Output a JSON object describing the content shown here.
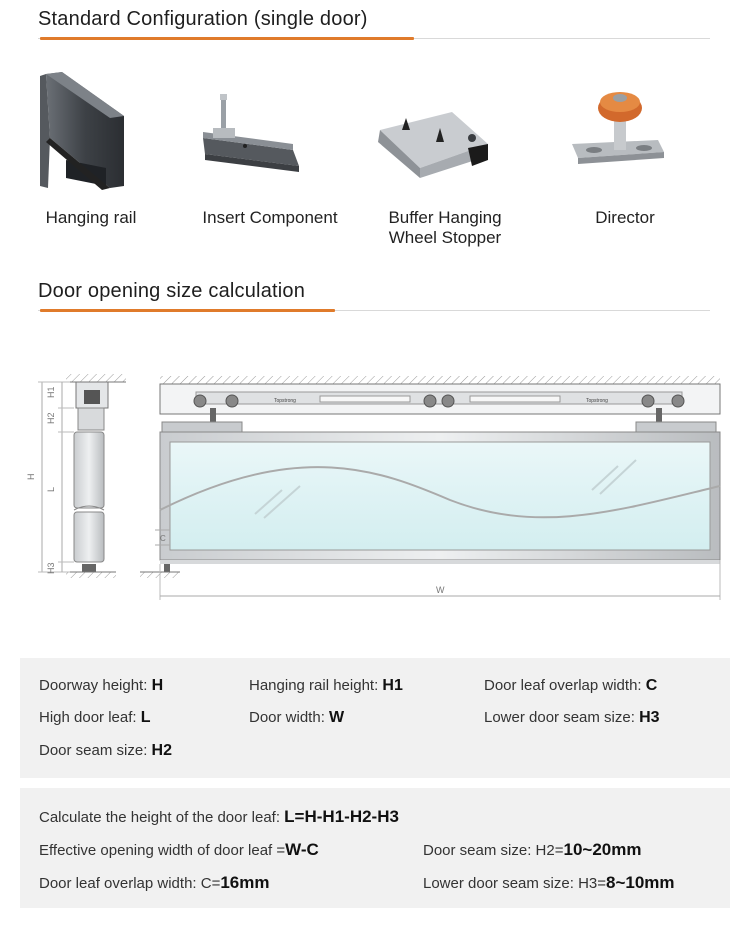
{
  "section1": {
    "title": "Standard Configuration (single door)"
  },
  "products": [
    {
      "label_line1": "Hanging rail",
      "label_line2": ""
    },
    {
      "label_line1": "Insert Component",
      "label_line2": ""
    },
    {
      "label_line1": "Buffer Hanging",
      "label_line2": "Wheel Stopper"
    },
    {
      "label_line1": "Director",
      "label_line2": ""
    }
  ],
  "section2": {
    "title": "Door opening size calculation"
  },
  "diagram": {
    "labels": {
      "h1": "H1",
      "h2": "H2",
      "h": "H",
      "l": "L",
      "h3": "H3",
      "c": "C",
      "w": "W"
    },
    "brand": "Topstrong"
  },
  "definitions": {
    "doorway_height": {
      "label": "Doorway height: ",
      "value": "H"
    },
    "hanging_rail_height": {
      "label": "Hanging rail height: ",
      "value": "H1"
    },
    "overlap_width": {
      "label": "Door leaf overlap width: ",
      "value": "C"
    },
    "high_door_leaf": {
      "label": "High door leaf: ",
      "value": "L"
    },
    "door_width": {
      "label": "Door width: ",
      "value": "W"
    },
    "lower_seam": {
      "label": "Lower door seam size: ",
      "value": "H3"
    },
    "door_seam": {
      "label": "Door seam size: ",
      "value": "H2"
    }
  },
  "formulas": {
    "leaf_height": {
      "label": "Calculate the height of the door leaf: ",
      "value": "L=H-H1-H2-H3"
    },
    "effective_width": {
      "label": "Effective opening width of door leaf =",
      "value": "W-C"
    },
    "door_seam": {
      "label": "Door seam size: H2=",
      "value": "10~20mm"
    },
    "overlap": {
      "label": "Door leaf overlap width: C=",
      "value": "16mm"
    },
    "lower_seam": {
      "label": "Lower door seam size: H3=",
      "value": "8~10mm"
    }
  },
  "colors": {
    "accent": "#e07b2b",
    "panel": "#f1f1f1"
  }
}
